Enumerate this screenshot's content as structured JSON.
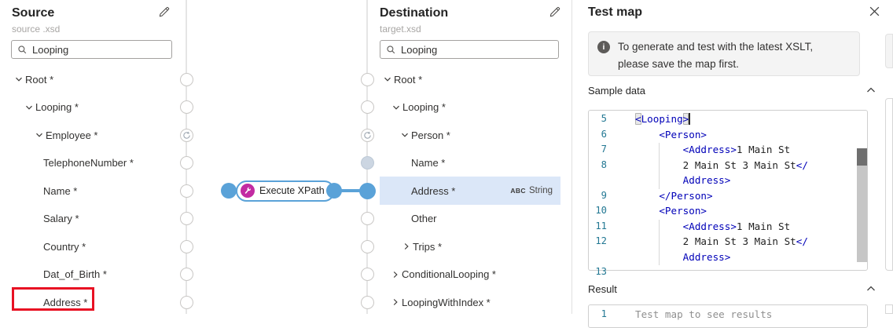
{
  "source": {
    "title": "Source",
    "subtitle": "source .xsd",
    "search_value": "Looping",
    "tree": [
      {
        "label": "Root *",
        "indent": 18,
        "chevron": "down",
        "handle": "plain"
      },
      {
        "label": "Looping *",
        "indent": 31,
        "chevron": "down",
        "handle": "plain"
      },
      {
        "label": "Employee *",
        "indent": 44,
        "chevron": "down",
        "handle": "loop"
      },
      {
        "label": "TelephoneNumber *",
        "indent": 55,
        "chevron": null,
        "handle": "plain"
      },
      {
        "label": "Name *",
        "indent": 55,
        "chevron": null,
        "handle": "plain"
      },
      {
        "label": "Salary *",
        "indent": 55,
        "chevron": null,
        "handle": "plain"
      },
      {
        "label": "Country *",
        "indent": 55,
        "chevron": null,
        "handle": "plain"
      },
      {
        "label": "Dat_of_Birth *",
        "indent": 55,
        "chevron": null,
        "handle": "plain"
      },
      {
        "label": "Address *",
        "indent": 55,
        "chevron": null,
        "handle": "plain",
        "annotated": true
      }
    ]
  },
  "destination": {
    "title": "Destination",
    "subtitle": "target.xsd",
    "search_value": "Looping",
    "tree": [
      {
        "label": "Root *",
        "indent": 4,
        "chevron": "down",
        "handle": "plain"
      },
      {
        "label": "Looping *",
        "indent": 15,
        "chevron": "down",
        "handle": "plain"
      },
      {
        "label": "Person *",
        "indent": 26,
        "chevron": "down",
        "handle": "loop"
      },
      {
        "label": "Name *",
        "indent": 40,
        "chevron": null,
        "handle": "gray"
      },
      {
        "label": "Address *",
        "indent": 40,
        "chevron": null,
        "handle": "blue",
        "selected": true,
        "badge_abbr": "ABC",
        "badge_type": "String"
      },
      {
        "label": "Other",
        "indent": 40,
        "chevron": null,
        "handle": "plain"
      },
      {
        "label": "Trips *",
        "indent": 28,
        "chevron": "right",
        "handle": "plain"
      },
      {
        "label": "ConditionalLooping *",
        "indent": 14,
        "chevron": "right",
        "handle": "plain"
      },
      {
        "label": "LoopingWithIndex *",
        "indent": 14,
        "chevron": "right",
        "handle": "plain"
      }
    ]
  },
  "function_node": {
    "label": "Execute XPath",
    "icon": "wrench-icon"
  },
  "test_map": {
    "title": "Test map",
    "info_line1": "To generate and test with the latest XSLT,",
    "info_line2": "please save the map first.",
    "sample_data_label": "Sample data",
    "result_label": "Result",
    "sample_editor_lines": [
      {
        "num": "5",
        "cursor": true,
        "segs": [
          {
            "k": "tag-hl",
            "t": "<"
          },
          {
            "k": "tag",
            "t": "Looping"
          },
          {
            "k": "tag-hl",
            "t": ">"
          }
        ]
      },
      {
        "num": "6",
        "segs": [
          {
            "k": "sp",
            "t": "    "
          },
          {
            "k": "tag",
            "t": "<Person>"
          }
        ]
      },
      {
        "num": "7",
        "segs": [
          {
            "k": "sp",
            "t": "        "
          },
          {
            "k": "tag",
            "t": "<Address>"
          },
          {
            "k": "txt",
            "t": "1 Main St"
          }
        ]
      },
      {
        "num": "8",
        "segs": [
          {
            "k": "sp",
            "t": "        "
          },
          {
            "k": "txt",
            "t": "2 Main St 3 Main St"
          },
          {
            "k": "tag",
            "t": "</"
          }
        ]
      },
      {
        "num": "",
        "segs": [
          {
            "k": "sp",
            "t": "        "
          },
          {
            "k": "tag",
            "t": "Address>"
          }
        ]
      },
      {
        "num": "9",
        "segs": [
          {
            "k": "sp",
            "t": "    "
          },
          {
            "k": "tag",
            "t": "</Person>"
          }
        ]
      },
      {
        "num": "10",
        "segs": [
          {
            "k": "sp",
            "t": "    "
          },
          {
            "k": "tag",
            "t": "<Person>"
          }
        ]
      },
      {
        "num": "11",
        "segs": [
          {
            "k": "sp",
            "t": "        "
          },
          {
            "k": "tag",
            "t": "<Address>"
          },
          {
            "k": "txt",
            "t": "1 Main St"
          }
        ]
      },
      {
        "num": "12",
        "segs": [
          {
            "k": "sp",
            "t": "        "
          },
          {
            "k": "txt",
            "t": "2 Main St 3 Main St"
          },
          {
            "k": "tag",
            "t": "</"
          }
        ]
      },
      {
        "num": "",
        "segs": [
          {
            "k": "sp",
            "t": "        "
          },
          {
            "k": "tag",
            "t": "Address>"
          }
        ]
      },
      {
        "num": "13",
        "segs": []
      }
    ],
    "result_editor": {
      "line_num": "1",
      "placeholder": "Test map to see results"
    }
  },
  "colors": {
    "accent_blue": "#5aa2d8",
    "function_magenta": "#c22ba2",
    "annotation_red": "#e81123",
    "selected_row_bg": "#dbe7f8",
    "handle_gray_fill": "#ccd6e2",
    "editor_tag": "#0000b8",
    "editor_line_number": "#237893"
  }
}
